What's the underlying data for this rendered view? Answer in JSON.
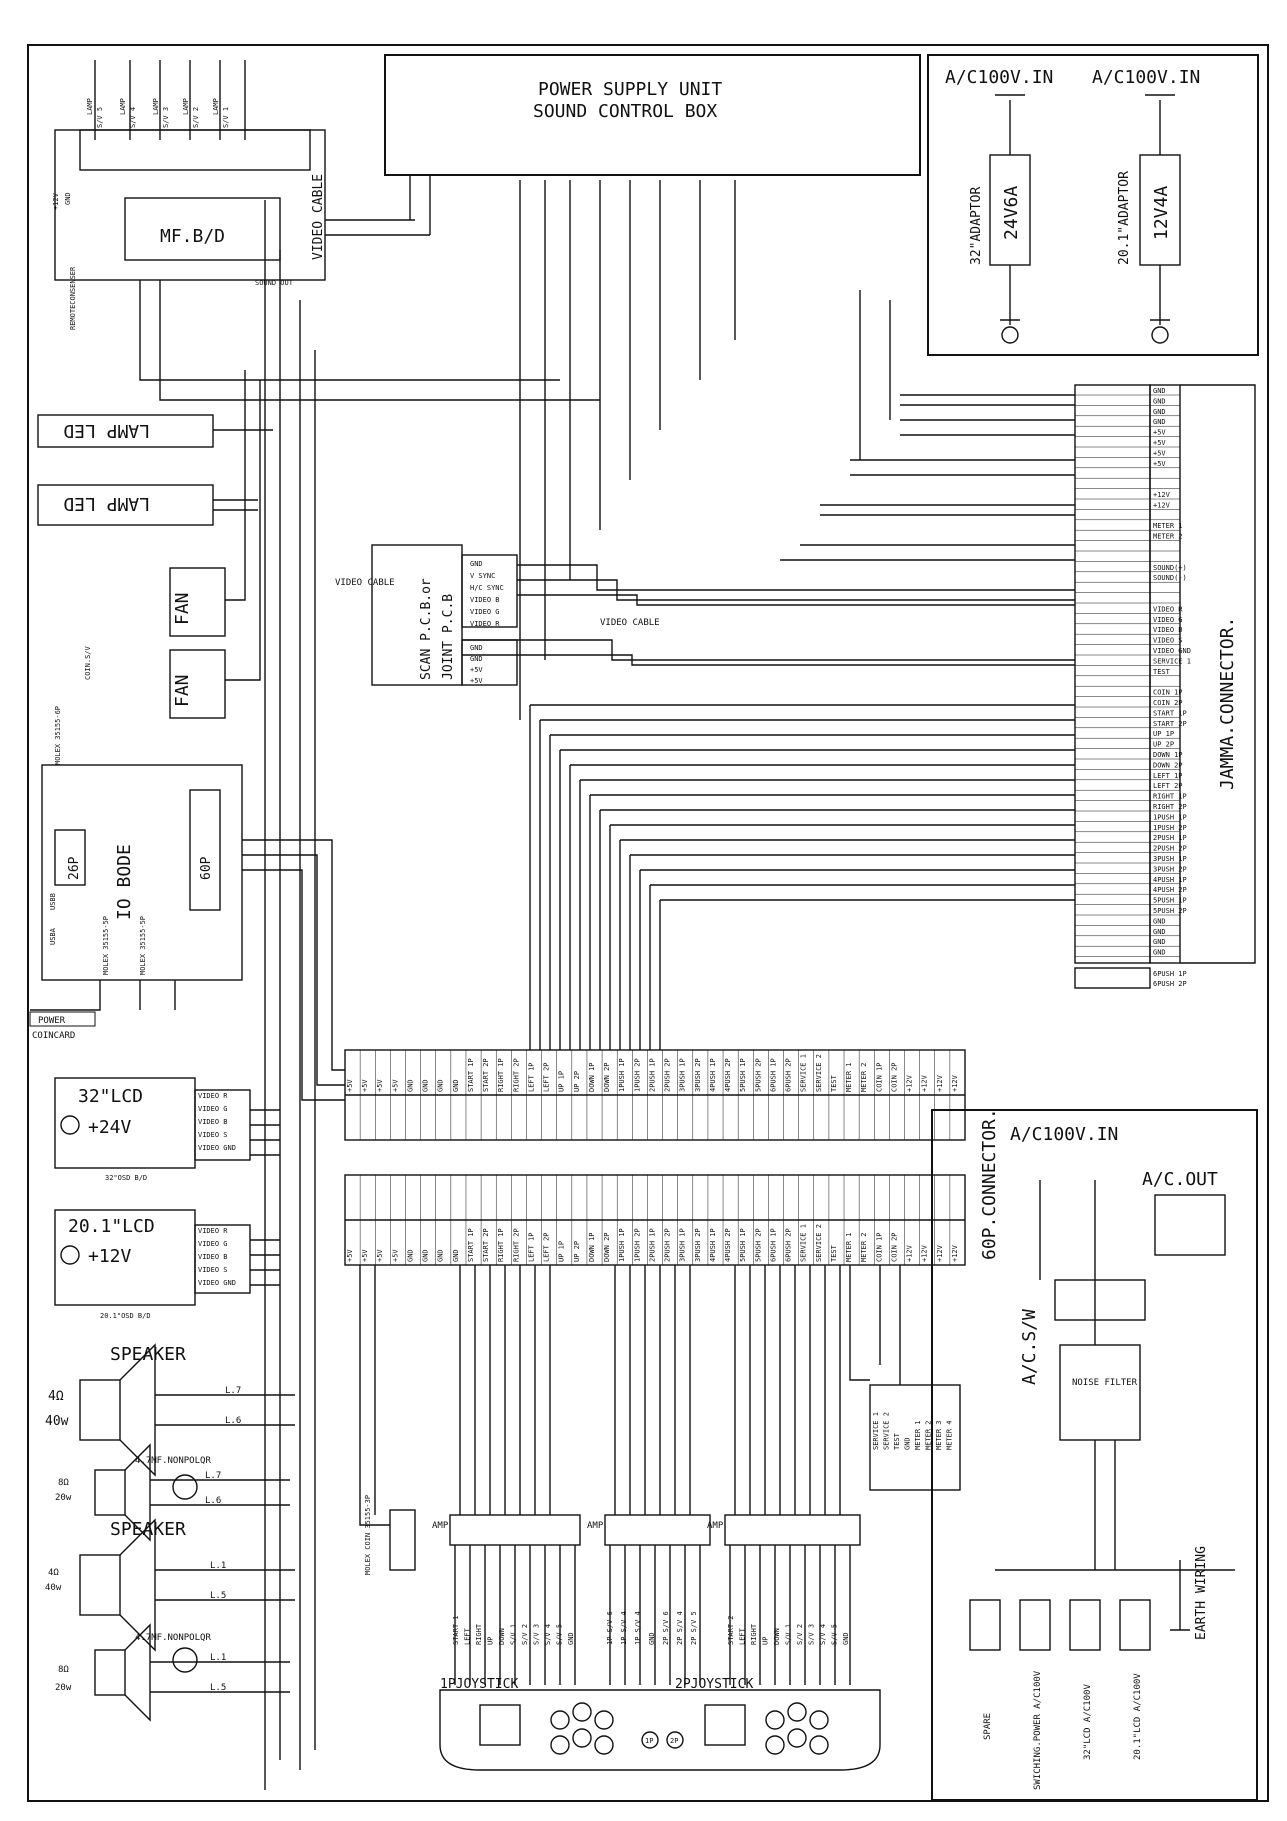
{
  "psu": {
    "title1": "POWER SUPPLY UNIT",
    "title2": "SOUND CONTROL BOX"
  },
  "adaptors": {
    "left_in": "A/C100V.IN",
    "right_in": "A/C100V.IN",
    "left_name": "32\"ADAPTOR",
    "left_rating": "24V6A",
    "right_name": "20.1\"ADAPTOR",
    "right_rating": "12V4A"
  },
  "mfbd": {
    "title": "MF.B/D",
    "video_cable": "VIDEO CABLE",
    "remote": "REMOTECONSENSER",
    "sound_out": "SOUND OUT",
    "plus12": "+12V",
    "gnd": "GND"
  },
  "lamp_leds": [
    "LAMP LED",
    "LAMP LED"
  ],
  "fans": [
    "FAN",
    "FAN"
  ],
  "scan": {
    "title1": "SCAN P.C.B.or",
    "title2": "JOINT P.C.B",
    "video_cable": "VIDEO CABLE",
    "video_cable_2": "VIDEO CABLE",
    "pins_top": [
      "GND",
      "V SYNC",
      "H/C SYNC",
      "VIDEO B",
      "VIDEO G",
      "VIDEO R"
    ],
    "pins_bottom": [
      "GND",
      "GND",
      "+5V",
      "+5V"
    ]
  },
  "io": {
    "title": "IO BODE",
    "p26": "26P",
    "p60": "60P",
    "molex1": "MOLEX 35155-6P",
    "molex2": "MOLEX 35155-5P",
    "molex3": "MOLEX 35155-5P",
    "usba": "USBA",
    "usbb": "USBB",
    "coin_sv": "COIN.S/V",
    "power": "POWER",
    "coincard": "COINCARD"
  },
  "lcd32": {
    "title": "32\"LCD",
    "power": "+24V",
    "osd": "32\"OSD B/D",
    "pins": [
      "VIDEO R",
      "VIDEO G",
      "VIDEO B",
      "VIDEO S",
      "VIDEO GND"
    ]
  },
  "lcd20": {
    "title": "20.1\"LCD",
    "power": "+12V",
    "osd": "20.1\"OSD B/D",
    "pins": [
      "VIDEO R",
      "VIDEO G",
      "VIDEO B",
      "VIDEO S",
      "VIDEO GND"
    ]
  },
  "speakers": {
    "label": "SPEAKER",
    "label_2": "SPEAKER",
    "ohm1": "4Ω",
    "watt1": "40w",
    "ohm2": "8Ω",
    "watt2": "20w",
    "ohm3": "4Ω",
    "watt3": "40w",
    "ohm4": "8Ω",
    "watt4": "20w",
    "cap": "4.7MF.NONPOLQR",
    "cap_2": "4.7MF.NONPOLQR",
    "lines": [
      "L.7",
      "L.6",
      "L.7",
      "L.6",
      "L.1",
      "L.5",
      "L.1",
      "L.5"
    ]
  },
  "jamma": {
    "title": "JAMMA.CONNECTOR.",
    "pins": [
      "GND",
      "GND",
      "GND",
      "GND",
      "+5V",
      "+5V",
      "+5V",
      "+5V",
      "",
      "",
      "+12V",
      "+12V",
      "",
      "METER 1",
      "METER 2",
      "",
      "",
      "SOUND(+)",
      "SOUND(-)",
      "",
      "",
      "VIDEO R",
      "VIDEO G",
      "VIDEO B",
      "VIDEO S",
      "VIDEO GND",
      "SERVICE 1",
      "TEST",
      "",
      "COIN 1P",
      "COIN 2P",
      "START 1P",
      "START 2P",
      "UP 1P",
      "UP 2P",
      "DOWN 1P",
      "DOWN 2P",
      "LEFT 1P",
      "LEFT 2P",
      "RIGHT 1P",
      "RIGHT 2P",
      "1PUSH 1P",
      "1PUSH 2P",
      "2PUSH 1P",
      "2PUSH 2P",
      "3PUSH 1P",
      "3PUSH 2P",
      "4PUSH 1P",
      "4PUSH 2P",
      "5PUSH 1P",
      "5PUSH 2P",
      "GND",
      "GND",
      "GND",
      "GND"
    ],
    "extra": [
      "6PUSH 1P",
      "6PUSH 2P"
    ]
  },
  "conn60": {
    "title": "60P.CONNECTOR.",
    "labels": [
      "+5V",
      "+5V",
      "+5V",
      "+5V",
      "GND",
      "GND",
      "GND",
      "GND",
      "START 1P",
      "START 2P",
      "RIGHT 1P",
      "RIGHT 2P",
      "LEFT 1P",
      "LEFT 2P",
      "UP 1P",
      "UP 2P",
      "DOWN 1P",
      "DOWN 2P",
      "1PUSH 1P",
      "1PUSH 2P",
      "2PUSH 1P",
      "2PUSH 2P",
      "3PUSH 1P",
      "3PUSH 2P",
      "4PUSH 1P",
      "4PUSH 2P",
      "5PUSH 1P",
      "5PUSH 2P",
      "6PUSH 1P",
      "6PUSH 2P",
      "SERVICE 1",
      "SERVICE 2",
      "TEST",
      "METER 1",
      "METER 2",
      "COIN 1P",
      "COIN 2P",
      "+12V",
      "+12V",
      "+12V",
      "+12V"
    ]
  },
  "acbox": {
    "in": "A/C100V.IN",
    "out": "A/C.OUT",
    "switch": "A/C.S/W",
    "filter": "NOISE FILTER",
    "earth": "EARTH WIRING",
    "outlets": [
      "SPARE",
      "SWICHING.POWER A/C100V",
      "32\"LCD A/C100V",
      "20.1\"LCD A/C100V"
    ]
  },
  "joysticks": {
    "p1": "1PJOYSTICK",
    "p2": "2PJOYSTICK",
    "amp": "AMP",
    "amp_2": "AMP",
    "amp_3": "AMP",
    "p1_pins": [
      "START 1",
      "LEFT",
      "RIGHT",
      "UP",
      "DOWN",
      "S/V 1",
      "S/V 2",
      "S/V 3",
      "S/V 4",
      "S/V 5",
      "GND"
    ],
    "mid_pins": [
      "1P S/V 6",
      "1P S/V 4",
      "1P S/V 4",
      "GND",
      "2P S/V 6",
      "2P S/V 4",
      "2P S/V 5"
    ],
    "p2_pins": [
      "START 2",
      "LEFT",
      "RIGHT",
      "UP",
      "DOWN",
      "S/V 1",
      "S/V 2",
      "S/V 3",
      "S/V 4",
      "S/V 5",
      "GND"
    ],
    "btn1": "1P",
    "btn2": "2P"
  },
  "service_block": [
    "SERVICE 1",
    "SERVICE 2",
    "TEST",
    "GND",
    "METER 1",
    "METER 2",
    "METER 3",
    "METER 4"
  ],
  "molex_coin": "MOLEX COIN 35155-3P",
  "lamp_row": [
    "LAMP",
    "S/V 5",
    "LAMP",
    "S/V 4",
    "LAMP",
    "S/V 3",
    "LAMP",
    "S/V 2",
    "LAMP",
    "S/V 1"
  ]
}
